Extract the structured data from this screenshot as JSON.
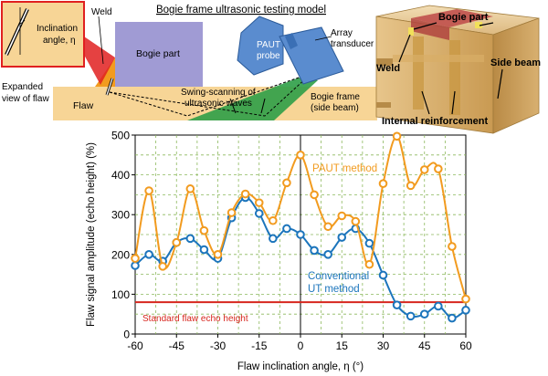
{
  "diagram": {
    "title": "Bogie frame ultrasonic testing model",
    "inset_label_line1": "Inclination",
    "inset_label_line2": "angle, η",
    "expanded_view_line1": "Expanded",
    "expanded_view_line2": "view of flaw",
    "weld": "Weld",
    "bogie_part": "Bogie part",
    "flaw": "Flaw",
    "paut_probe_line1": "PAUT",
    "paut_probe_line2": "probe",
    "array_transducer_line1": "Array",
    "array_transducer_line2": "transducer",
    "swing_line1": "Swing-scanning of",
    "swing_line2": "ultrasonic waves",
    "bogie_frame_line1": "Bogie frame",
    "bogie_frame_line2": "(side beam)"
  },
  "render3d": {
    "bogie_part": "Bogie part",
    "weld": "Weld",
    "side_beam": "Side beam",
    "internal_reinforcement": "Internal reinforcement"
  },
  "colors": {
    "paut": "#F29B1F",
    "conventional": "#1C75BC",
    "standard": "#D7261E",
    "grid": "#8CB85C"
  },
  "chart_data": {
    "type": "line",
    "xlabel": "Flaw inclination angle, η (°)",
    "ylabel": "Flaw signal amplitude (echo height) (%)",
    "xlim": [
      -60,
      60
    ],
    "ylim": [
      0,
      500
    ],
    "xticks": [
      "-60",
      "-45",
      "-30",
      "-15",
      "0",
      "15",
      "30",
      "45",
      "60"
    ],
    "yticks": [
      "0",
      "100",
      "200",
      "300",
      "400",
      "500"
    ],
    "grid": true,
    "series": [
      {
        "name": "PAUT method",
        "x": [
          -60,
          -55,
          -50,
          -45,
          -40,
          -35,
          -30,
          -25,
          -20,
          -15,
          -10,
          -5,
          0,
          5,
          10,
          15,
          20,
          25,
          30,
          35,
          40,
          45,
          50,
          55,
          60
        ],
        "values": [
          190,
          360,
          170,
          230,
          365,
          260,
          200,
          305,
          352,
          330,
          285,
          380,
          450,
          350,
          270,
          297,
          283,
          175,
          378,
          497,
          373,
          413,
          415,
          220,
          88
        ]
      },
      {
        "name": "Conventional UT method",
        "x": [
          -60,
          -55,
          -50,
          -45,
          -40,
          -35,
          -30,
          -25,
          -20,
          -15,
          -10,
          -5,
          0,
          5,
          10,
          15,
          20,
          25,
          30,
          35,
          40,
          45,
          50,
          55,
          60
        ],
        "values": [
          172,
          200,
          183,
          230,
          240,
          212,
          190,
          292,
          343,
          303,
          240,
          265,
          250,
          210,
          200,
          243,
          265,
          228,
          148,
          73,
          45,
          50,
          70,
          40,
          60
        ]
      }
    ],
    "reference_line": {
      "label": "Standard flaw echo height",
      "value": 80
    },
    "annotations": {
      "paut_label": "PAUT method",
      "conventional_line1": "Conventional",
      "conventional_line2": "UT method"
    }
  }
}
